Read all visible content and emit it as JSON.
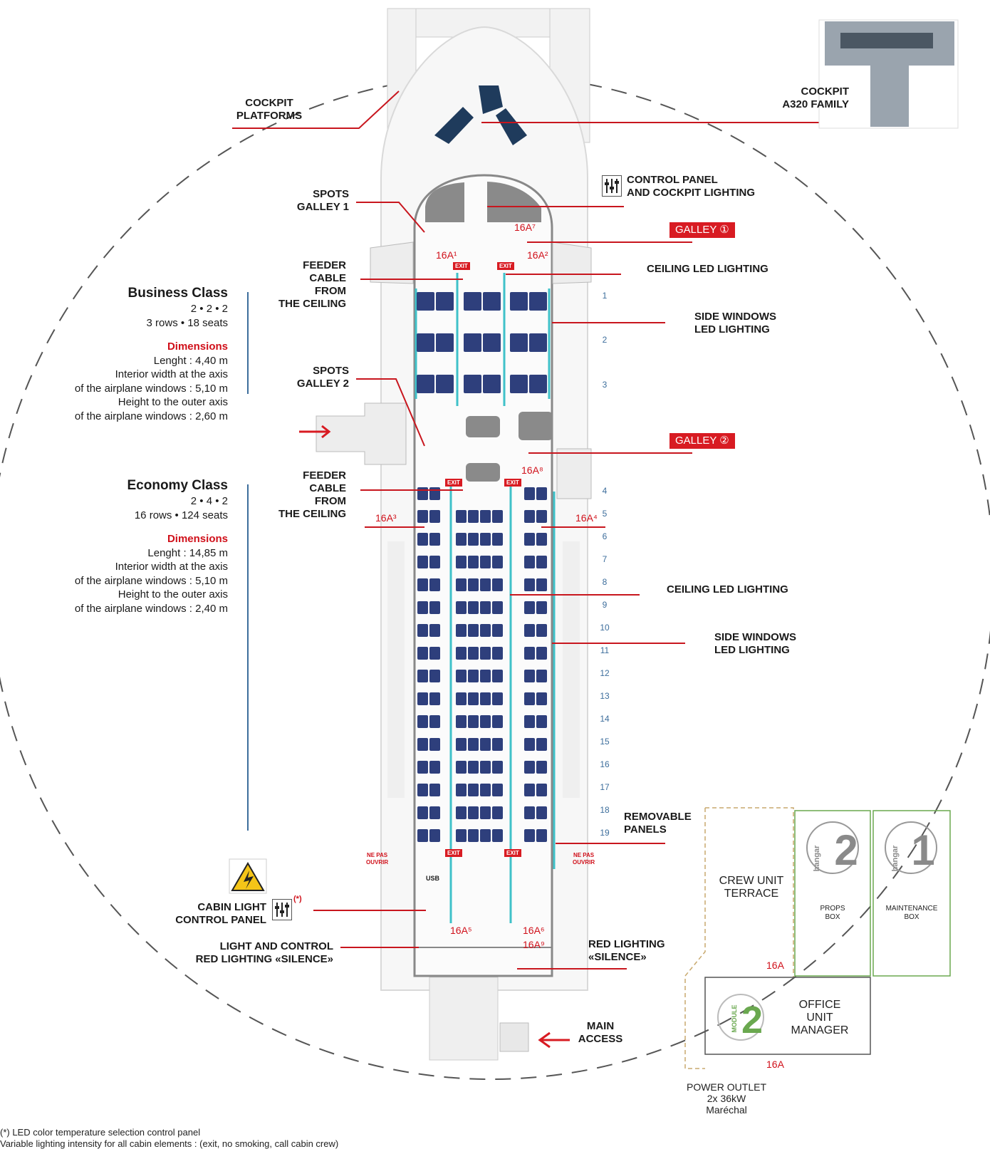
{
  "labels": {
    "cockpit_platforms": [
      "COCKPIT",
      "PLATFORMS"
    ],
    "cockpit_family": [
      "COCKPIT",
      "A320 FAMILY"
    ],
    "control_panel": [
      "CONTROL PANEL",
      "AND COCKPIT LIGHTING"
    ],
    "spots_galley1": [
      "SPOTS",
      "GALLEY 1"
    ],
    "spots_galley2": [
      "SPOTS",
      "GALLEY 2"
    ],
    "galley1": "GALLEY ①",
    "galley2": "GALLEY ②",
    "ceiling_led_1": "CEILING LED LIGHTING",
    "ceiling_led_2": "CEILING LED LIGHTING",
    "side_windows_1": [
      "SIDE WINDOWS",
      "LED LIGHTING"
    ],
    "side_windows_2": [
      "SIDE WINDOWS",
      "LED LIGHTING"
    ],
    "feeder_cable_1": [
      "FEEDER",
      "CABLE",
      "FROM",
      "THE CEILING"
    ],
    "feeder_cable_2": [
      "FEEDER",
      "CABLE",
      "FROM",
      "THE CEILING"
    ],
    "removable_panels": [
      "REMOVABLE",
      "PANELS"
    ],
    "cabin_light": [
      "CABIN LIGHT",
      "CONTROL PANEL"
    ],
    "cabin_light_note": "(*)",
    "light_control": [
      "LIGHT AND CONTROL",
      "RED LIGHTING «SILENCE»"
    ],
    "red_lighting": [
      "RED LIGHTING",
      "«SILENCE»"
    ],
    "main_access": [
      "MAIN",
      "ACCESS"
    ],
    "exit": "EXIT",
    "ne_pas_ouvrir": [
      "NE PAS",
      "OUVRIR"
    ],
    "usb": "USB"
  },
  "business": {
    "title": "Business Class",
    "config": "2 • 2 • 2",
    "summary": "3 rows • 18 seats",
    "dims_title": "Dimensions",
    "dims": [
      "Lenght : 4,40 m",
      "Interior width at the axis",
      "of the airplane windows : 5,10 m",
      "Height to the outer axis",
      "of the airplane windows : 2,60 m"
    ]
  },
  "economy": {
    "title": "Economy Class",
    "config": "2 • 4 • 2",
    "summary": "16 rows • 124 seats",
    "dims_title": "Dimensions",
    "dims": [
      "Lenght : 14,85 m",
      "Interior width at the axis",
      "of the airplane windows : 5,10 m",
      "Height to the outer axis",
      "of the airplane windows : 2,40 m"
    ]
  },
  "outlets": [
    "16A¹",
    "16A²",
    "16A³",
    "16A⁴",
    "16A⁵",
    "16A⁶",
    "16A⁷",
    "16A⁸",
    "16A⁹",
    "16A",
    "16A"
  ],
  "rows": [
    "1",
    "2",
    "3",
    "4",
    "5",
    "6",
    "7",
    "8",
    "9",
    "10",
    "11",
    "12",
    "13",
    "14",
    "15",
    "16",
    "17",
    "18",
    "19"
  ],
  "hangar": {
    "crew_unit": [
      "CREW UNIT",
      "TERRACE"
    ],
    "props_box": [
      "PROPS",
      "BOX"
    ],
    "maintenance_box": [
      "MAINTENANCE",
      "BOX"
    ],
    "office": [
      "OFFICE",
      "UNIT",
      "MANAGER"
    ],
    "hangar_word": "hangar",
    "hangar_2": "2",
    "hangar_1": "1",
    "module_word": "MODULE",
    "module_num": "2",
    "power_outlet": [
      "POWER OUTLET",
      "2x 36kW",
      "Maréchal"
    ]
  },
  "footnote": [
    "(*) LED color temperature selection control panel",
    "Variable lighting intensity for all cabin elements : (exit, no smoking, call cabin crew)"
  ],
  "colors": {
    "accent_red": "#d81b22",
    "seat_blue": "#2e3f7c",
    "led_cyan": "#3fc1c9",
    "line_blue": "#3d6e9c",
    "hangar_green": "#6aa84f"
  }
}
